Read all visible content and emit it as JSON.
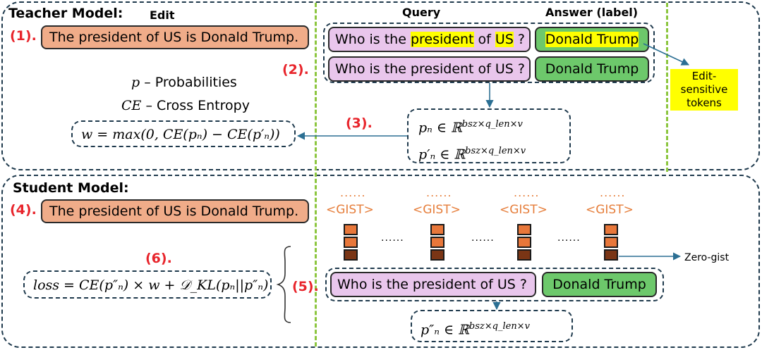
{
  "teacher": {
    "title": "Teacher Model:",
    "edit_header": "Edit",
    "query_header": "Query",
    "answer_header": "Answer (label)",
    "step1": "(1).",
    "edit_text": "The president of US is Donald Trump.",
    "q1": {
      "p1": "Who is the ",
      "h1": "president",
      "p2": " of ",
      "h2": "US",
      "p3": " ?"
    },
    "a1": "Donald Trump",
    "step2": "(2).",
    "q2": "Who is the president of US ?",
    "a2": "Donald Trump",
    "sensitive": "Edit-sensitive tokens",
    "legend_p_sym": "p",
    "legend_p": " – Probabilities",
    "legend_ce_sym": "CE",
    "legend_ce": " – Cross Entropy",
    "weight_formula": "w = max(0, CE(pₙ) − CE(p′ₙ))",
    "step3": "(3).",
    "prob1": "pₙ ∈ ℝ",
    "prob1_sup": "bsz×q_len×v",
    "prob2": "p′ₙ ∈ ℝ",
    "prob2_sup": "bsz×q_len×v"
  },
  "student": {
    "title": "Student Model:",
    "step4": "(4).",
    "edit_text": "The president of US is Donald Trump.",
    "dots": "......",
    "gist": "<GIST>",
    "between": "......",
    "zero_gist": "Zero-gist",
    "step6": "(6).",
    "loss_formula": "loss = CE(p″ₙ) × w + 𝒟_KL(pₙ||p″ₙ)",
    "step5": "(5).",
    "q": "Who is the president of US ?",
    "a": "Donald Trump",
    "prob": "p″ₙ ∈ ℝ",
    "prob_sup": "bsz×q_len×v"
  }
}
